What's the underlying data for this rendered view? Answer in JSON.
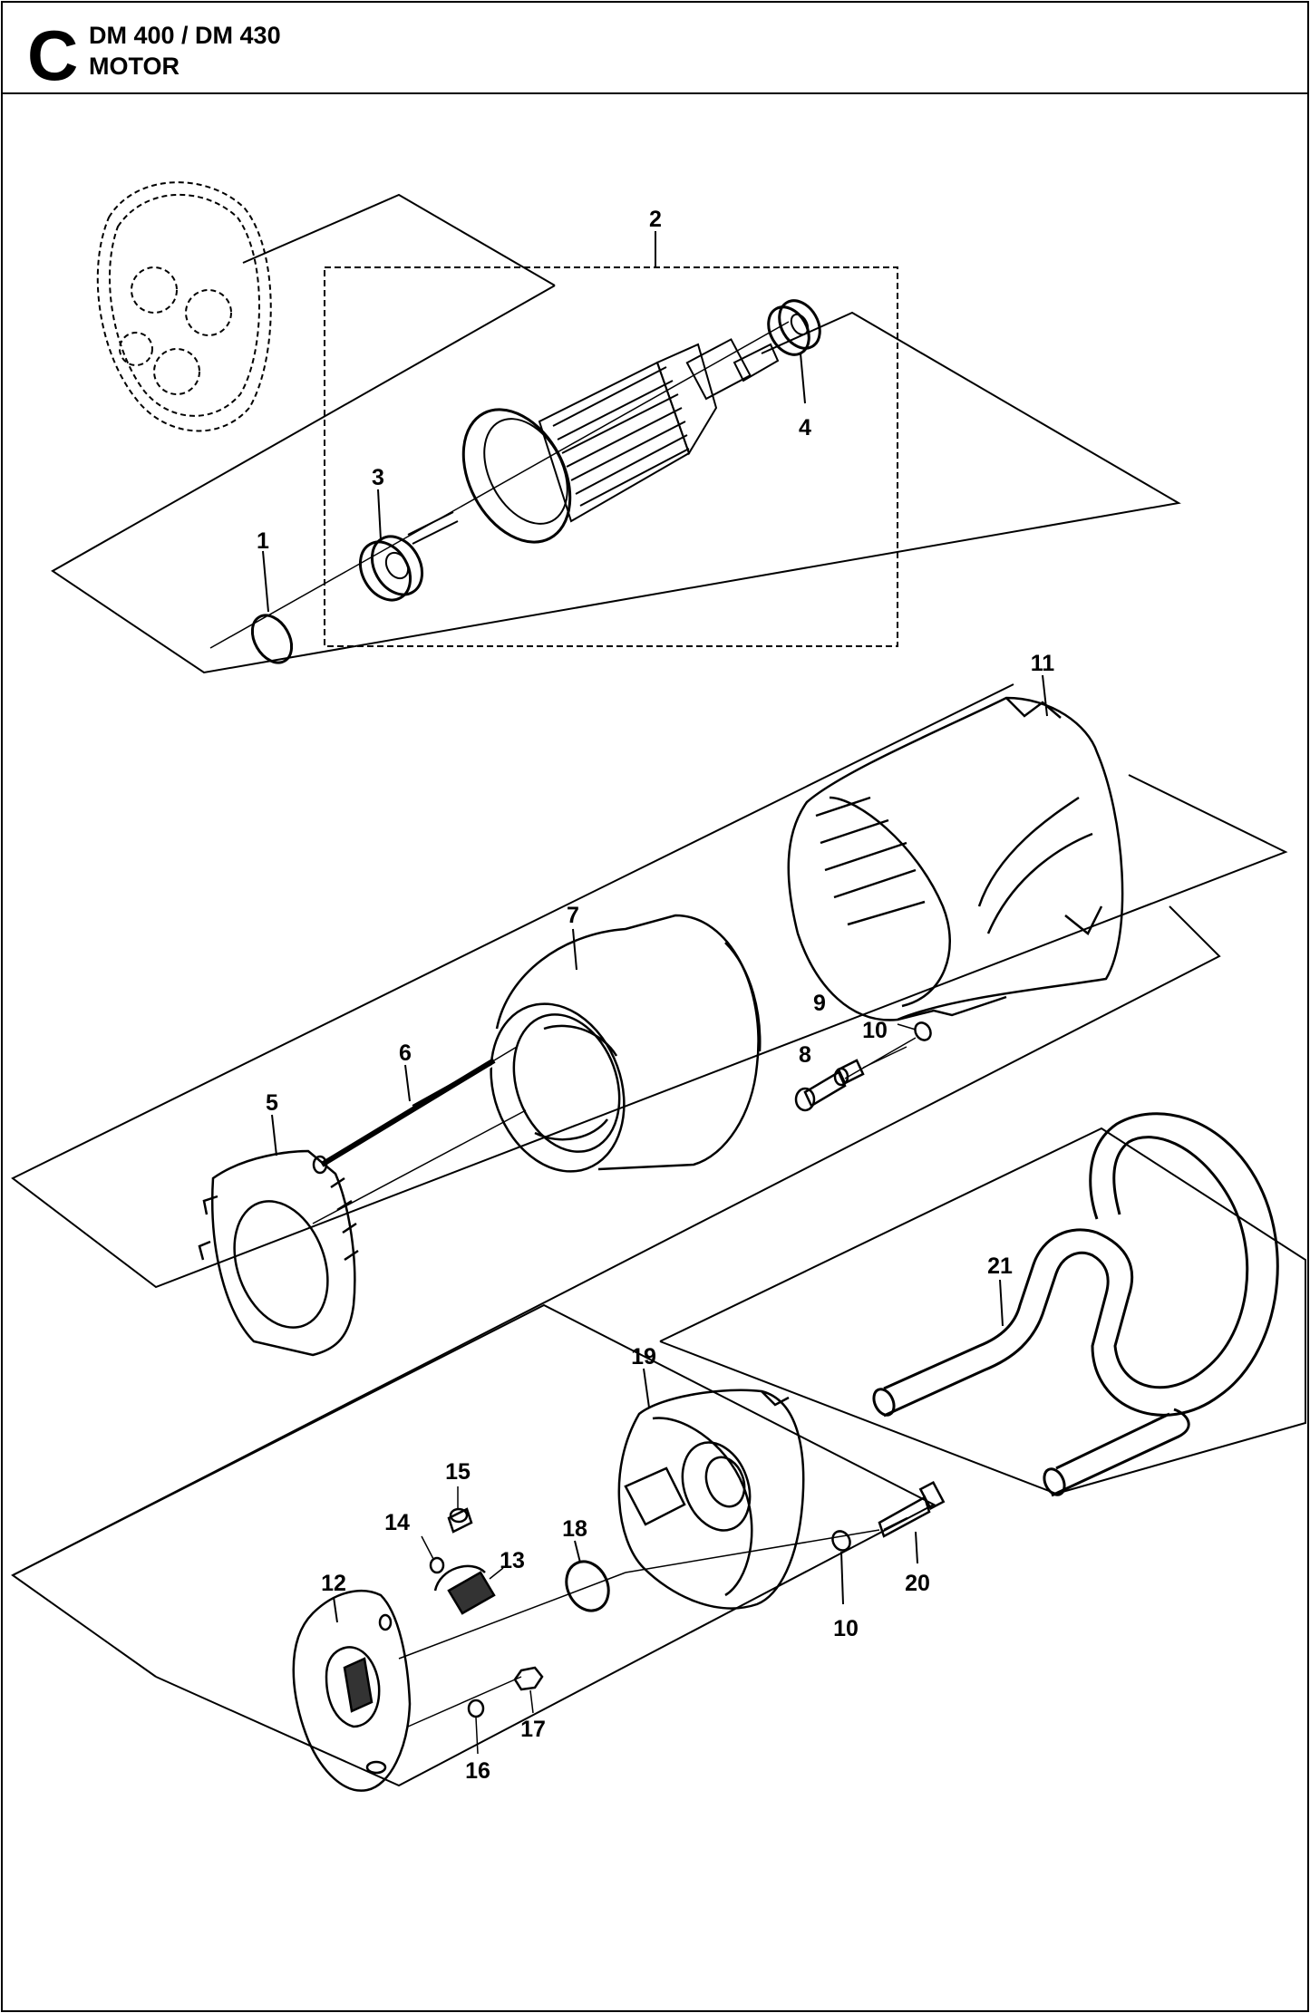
{
  "header": {
    "section_letter": "C",
    "model": "DM 400 / DM 430",
    "section_title": "MOTOR"
  },
  "callouts": [
    {
      "id": "callout-1",
      "number": "1"
    },
    {
      "id": "callout-2",
      "number": "2"
    },
    {
      "id": "callout-3",
      "number": "3"
    },
    {
      "id": "callout-4",
      "number": "4"
    },
    {
      "id": "callout-5",
      "number": "5"
    },
    {
      "id": "callout-6",
      "number": "6"
    },
    {
      "id": "callout-7",
      "number": "7"
    },
    {
      "id": "callout-8",
      "number": "8"
    },
    {
      "id": "callout-9",
      "number": "9"
    },
    {
      "id": "callout-10a",
      "number": "10"
    },
    {
      "id": "callout-10b",
      "number": "10"
    },
    {
      "id": "callout-11",
      "number": "11"
    },
    {
      "id": "callout-12",
      "number": "12"
    },
    {
      "id": "callout-13",
      "number": "13"
    },
    {
      "id": "callout-14",
      "number": "14"
    },
    {
      "id": "callout-15",
      "number": "15"
    },
    {
      "id": "callout-16",
      "number": "16"
    },
    {
      "id": "callout-17",
      "number": "17"
    },
    {
      "id": "callout-18",
      "number": "18"
    },
    {
      "id": "callout-19",
      "number": "19"
    },
    {
      "id": "callout-20",
      "number": "20"
    },
    {
      "id": "callout-21",
      "number": "21"
    }
  ],
  "colors": {
    "ink": "#000000",
    "fill": "#ffffff",
    "shade": "#333333"
  }
}
